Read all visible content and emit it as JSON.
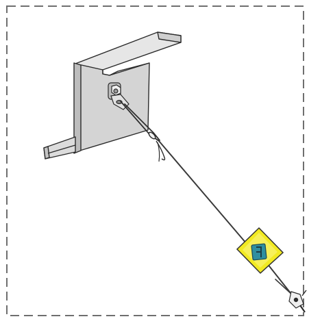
{
  "illustration": {
    "frame": {
      "style": "dashed-border",
      "color": "#6e6e6e"
    },
    "components": [
      {
        "name": "c-channel-bracket",
        "icon": "steel-profile-icon",
        "color": "#d8d8d8"
      },
      {
        "name": "mounting-bolt",
        "icon": "bolt-icon"
      },
      {
        "name": "angle-fixing",
        "icon": "angle-bracket-icon"
      },
      {
        "name": "cable-loop",
        "icon": "loop-icon"
      },
      {
        "name": "suspension-wire",
        "icon": "wire-icon",
        "color": "#333333"
      },
      {
        "name": "wire-gripper",
        "icon": "gripper-icon",
        "color": "#f2ea22",
        "accent": "#2f8fa0"
      },
      {
        "name": "end-fitting",
        "icon": "fitting-icon"
      }
    ]
  }
}
